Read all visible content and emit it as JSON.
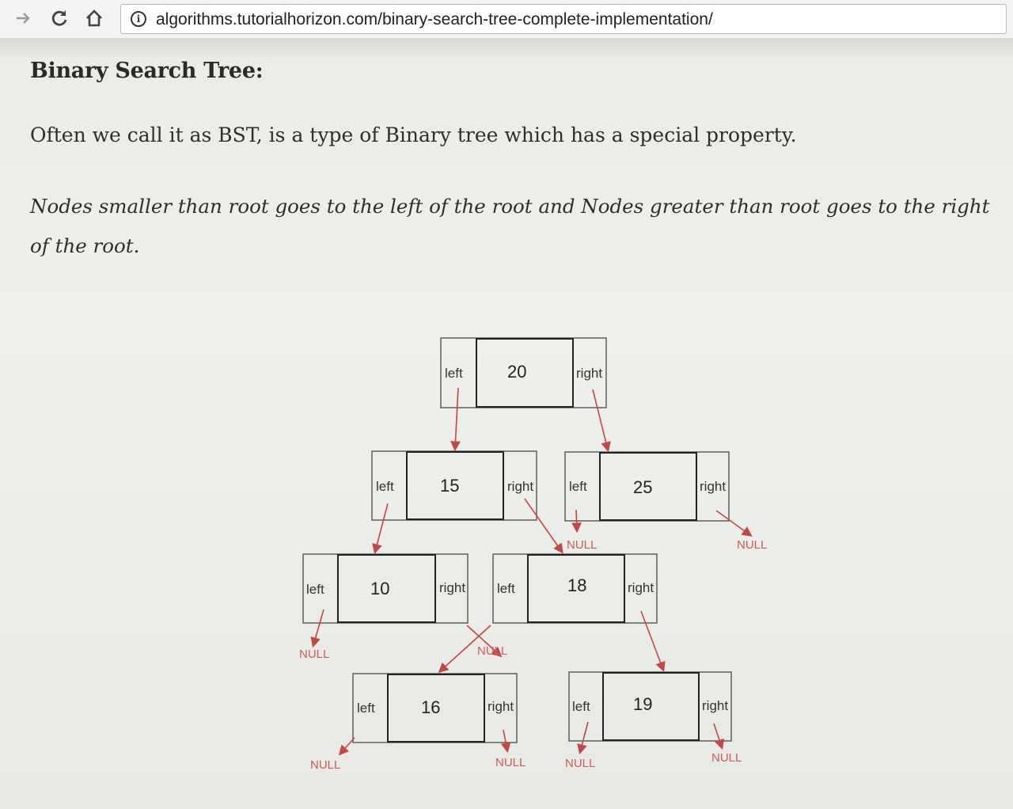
{
  "browser": {
    "url": "algorithms.tutorialhorizon.com/binary-search-tree-complete-implementation/",
    "back_icon": "arrow-right-icon",
    "reload_icon": "reload-icon",
    "home_icon": "home-icon",
    "info_icon": "info-icon",
    "info_glyph": "i"
  },
  "article": {
    "heading": "Binary Search Tree:",
    "intro": "Often we call it as BST, is a type of Binary tree which has a special property.",
    "rule": "Nodes smaller than root goes to the left of the root and Nodes greater than root goes to the right of the root."
  },
  "diagram": {
    "arrow_color": "#c84545",
    "null_color": "#d05a5a",
    "left_label": "left",
    "right_label": "right",
    "null_label": "NULL",
    "nodes": [
      {
        "id": "n20",
        "value": "20"
      },
      {
        "id": "n15",
        "value": "15"
      },
      {
        "id": "n25",
        "value": "25"
      },
      {
        "id": "n10",
        "value": "10"
      },
      {
        "id": "n18",
        "value": "18"
      },
      {
        "id": "n16",
        "value": "16"
      },
      {
        "id": "n19",
        "value": "19"
      }
    ]
  }
}
